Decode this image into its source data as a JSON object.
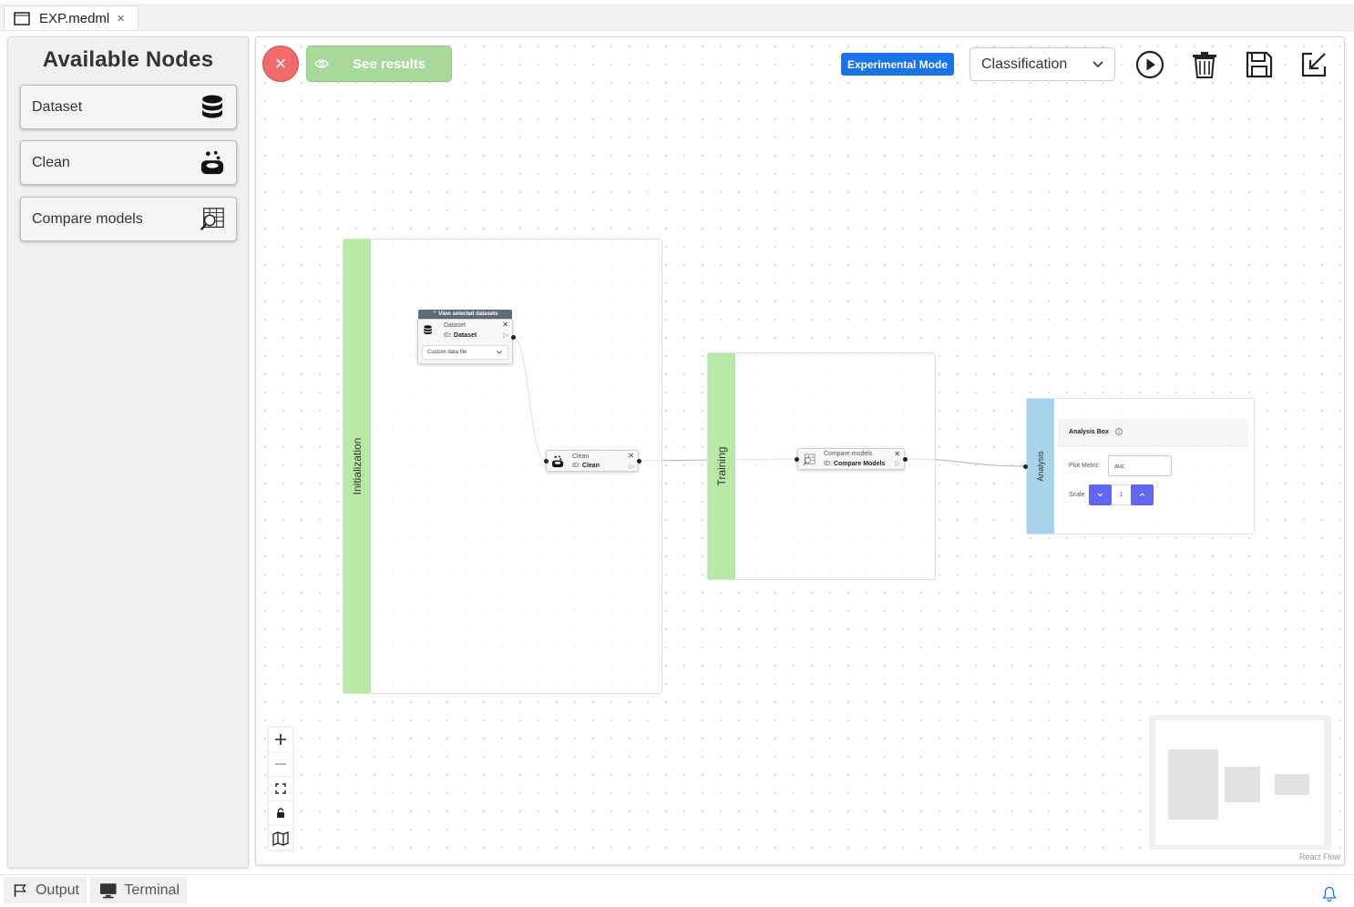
{
  "tab": {
    "title": "EXP.medml",
    "close": "×"
  },
  "left_panel": {
    "title": "Available Nodes",
    "nodes": [
      {
        "label": "Dataset",
        "icon": "database-icon"
      },
      {
        "label": "Clean",
        "icon": "soap-icon"
      },
      {
        "label": "Compare models",
        "icon": "compare-models-icon"
      }
    ]
  },
  "toolbar": {
    "close": "×",
    "see_results": "See results",
    "mode_badge": "Experimental Mode",
    "ml_type": "Classification",
    "icons": [
      "play-icon",
      "trash-icon",
      "save-icon",
      "export-icon"
    ]
  },
  "groups": {
    "initialization": "Initialization",
    "training": "Training",
    "analysis": "Analysis"
  },
  "nodes": {
    "dataset": {
      "header": "View selected datasets",
      "name": "Dataset",
      "id_label": "ID:",
      "id_value": "Dataset",
      "select_value": "Custom data file"
    },
    "clean": {
      "name": "Clean",
      "id_label": "ID:",
      "id_value": "Clean"
    },
    "compare": {
      "name": "Compare models",
      "id_label": "ID:",
      "id_value": "Compare Models"
    },
    "analysis_box": {
      "title": "Analysis Box",
      "plot_metric_label": "Plot Metric",
      "plot_metric_value": "auc",
      "scale_label": "Scale",
      "scale_value": "1"
    }
  },
  "controls": [
    "zoom-in",
    "zoom-out",
    "fit-view",
    "lock",
    "minimap"
  ],
  "attribution": "React Flow",
  "bottom_tabs": [
    {
      "label": "Output",
      "icon": "flag-icon"
    },
    {
      "label": "Terminal",
      "icon": "monitor-icon"
    }
  ],
  "colors": {
    "accent_blue": "#1a73e8",
    "green_bar": "#b9e9a7",
    "blue_bar": "#a9d3ea",
    "red_button": "#f06b6b",
    "green_button": "#a8d89a",
    "scale_button": "#6366f1"
  }
}
